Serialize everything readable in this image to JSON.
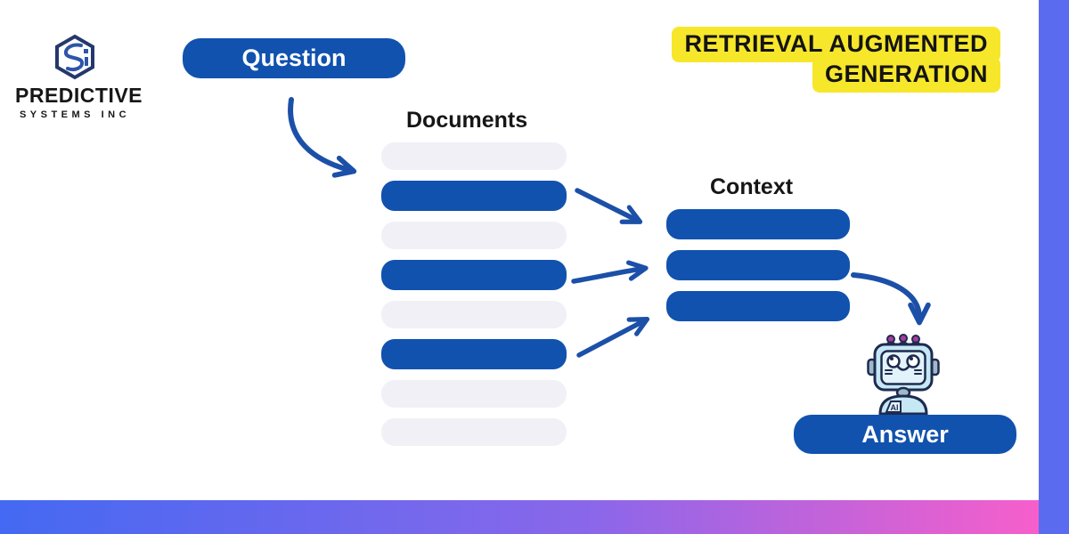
{
  "brand": {
    "title": "PREDICTIVE",
    "subtitle": "SYSTEMS INC"
  },
  "badge": {
    "line1": "RETRIEVAL AUGMENTED",
    "line2": "GENERATION"
  },
  "flow": {
    "question_label": "Question",
    "documents_label": "Documents",
    "context_label": "Context",
    "answer_label": "Answer",
    "documents_bars": [
      "light",
      "highlight",
      "light",
      "highlight",
      "light",
      "highlight",
      "light",
      "light"
    ],
    "context_bars": [
      "highlight",
      "highlight",
      "highlight"
    ]
  },
  "robot": {
    "ai_label": "AI"
  },
  "colors": {
    "primary-blue": "#1152AE",
    "arrow-blue": "#1C50A8",
    "bar-light": "#F1F0F7",
    "badge-yellow": "#F7E72B",
    "side-bar": "#5B6BF0",
    "gradient-start": "#4469F2",
    "gradient-mid": "#8A67EA",
    "gradient-end": "#F65FCB",
    "logo-navy": "#24386B",
    "logo-blue": "#2E55A8",
    "text-dark": "#161616"
  }
}
